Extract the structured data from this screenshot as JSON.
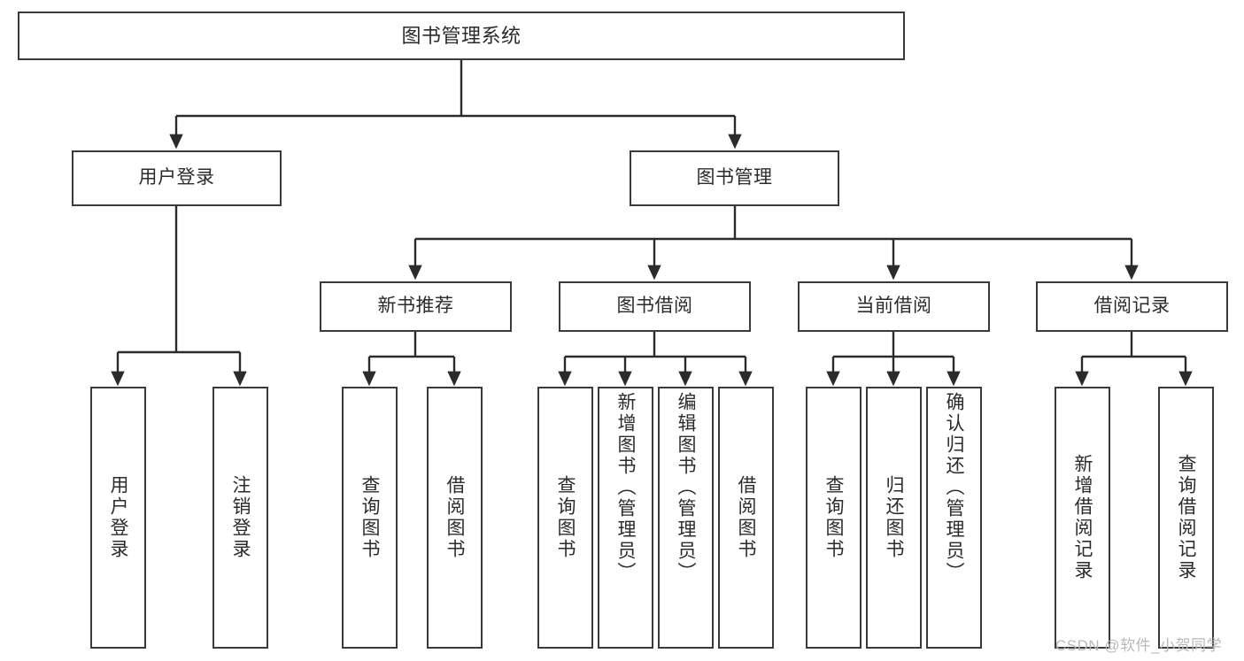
{
  "diagram": {
    "type": "tree",
    "title": "图书管理系统",
    "orientation": "top-down",
    "colors": {
      "node_border": "#3a3a3a",
      "node_fill": "#ffffff",
      "connector": "#2b2b2b",
      "text": "#2b2b2b",
      "watermark": "#b9b9b9",
      "background": "#ffffff"
    },
    "levels": [
      {
        "level": 1,
        "nodes": [
          {
            "id": "root",
            "label": "图书管理系统"
          }
        ]
      },
      {
        "level": 2,
        "nodes": [
          {
            "id": "n_user_login",
            "label": "用户登录",
            "parent": "root"
          },
          {
            "id": "n_book_mgmt",
            "label": "图书管理",
            "parent": "root"
          }
        ]
      },
      {
        "level": 3,
        "nodes": [
          {
            "id": "n_new_book_rec",
            "label": "新书推荐",
            "parent": "n_book_mgmt"
          },
          {
            "id": "n_book_borrow",
            "label": "图书借阅",
            "parent": "n_book_mgmt"
          },
          {
            "id": "n_current_borrow",
            "label": "当前借阅",
            "parent": "n_book_mgmt"
          },
          {
            "id": "n_borrow_record",
            "label": "借阅记录",
            "parent": "n_book_mgmt"
          }
        ]
      },
      {
        "level": 4,
        "nodes": [
          {
            "id": "l_user_login",
            "label": "用户登录",
            "parent": "n_user_login"
          },
          {
            "id": "l_user_logout",
            "label": "注销登录",
            "parent": "n_user_login"
          },
          {
            "id": "l_query_book_1",
            "label": "查询图书",
            "parent": "n_new_book_rec"
          },
          {
            "id": "l_borrow_book_1",
            "label": "借阅图书",
            "parent": "n_new_book_rec"
          },
          {
            "id": "l_query_book_2",
            "label": "查询图书",
            "parent": "n_book_borrow"
          },
          {
            "id": "l_add_book",
            "label": "新增图书（管理员）",
            "parent": "n_book_borrow"
          },
          {
            "id": "l_edit_book",
            "label": "编辑图书（管理员）",
            "parent": "n_book_borrow"
          },
          {
            "id": "l_borrow_book_2",
            "label": "借阅图书",
            "parent": "n_book_borrow"
          },
          {
            "id": "l_query_book_3",
            "label": "查询图书",
            "parent": "n_current_borrow"
          },
          {
            "id": "l_return_book",
            "label": "归还图书",
            "parent": "n_current_borrow"
          },
          {
            "id": "l_confirm_return",
            "label": "确认归还（管理员）",
            "parent": "n_current_borrow"
          },
          {
            "id": "l_add_record",
            "label": "新增借阅记录",
            "parent": "n_borrow_record"
          },
          {
            "id": "l_query_record",
            "label": "查询借阅记录",
            "parent": "n_borrow_record"
          }
        ]
      }
    ]
  },
  "watermark": {
    "text": "CSDN @软件_小贺同学"
  }
}
